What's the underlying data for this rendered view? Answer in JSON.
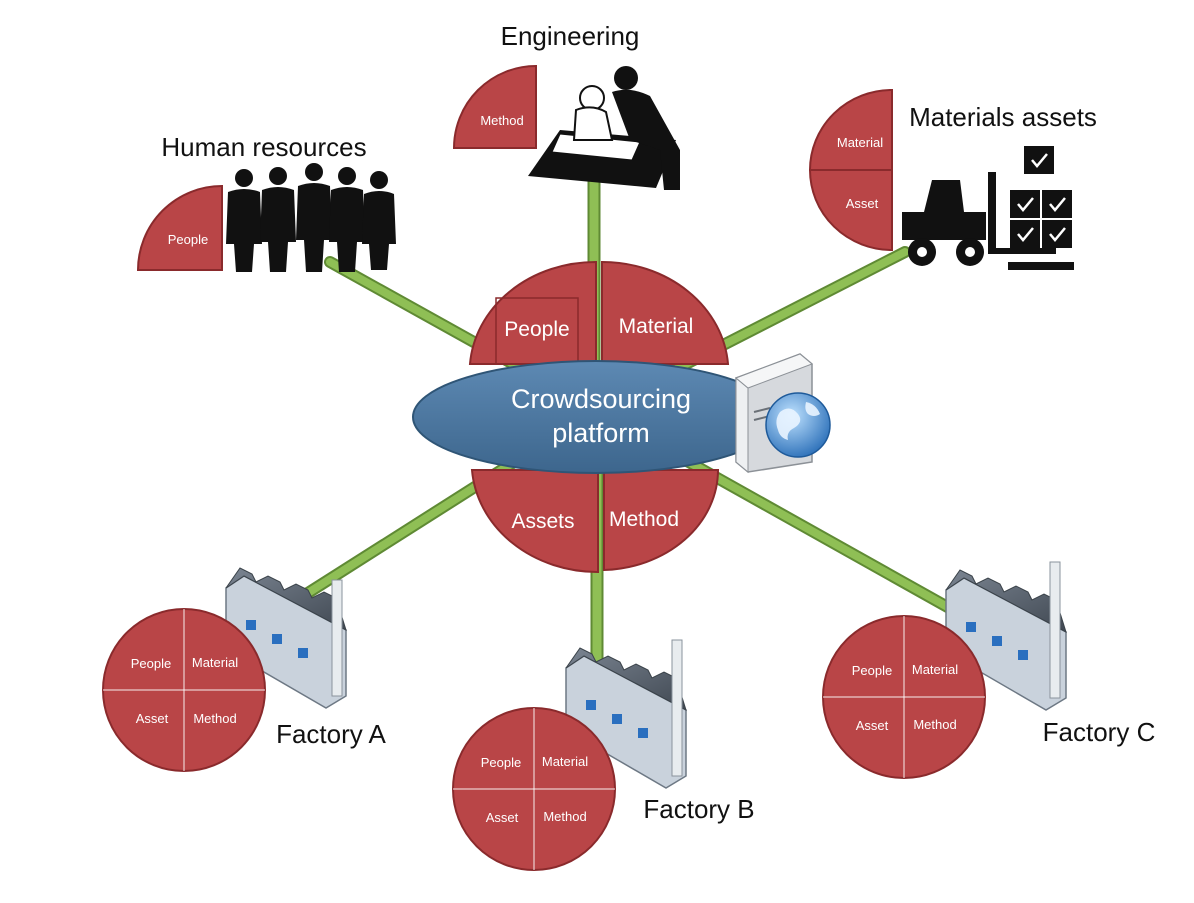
{
  "colors": {
    "connector": "#8fbf55",
    "connector_edge": "#5f8a34",
    "segment": "#b94547",
    "segment_edge": "#8a2a2c",
    "platform": "#47729c",
    "platform_edge": "#2f5576"
  },
  "hub": {
    "label_line1": "Crowdsourcing",
    "label_line2": "platform",
    "top_left": "People",
    "top_right": "Material",
    "bottom_left": "Assets",
    "bottom_right": "Method",
    "server_icon": "server-globe-icon"
  },
  "human_resources": {
    "title": "Human resources",
    "segment": "People",
    "icon": "people-silhouettes-icon"
  },
  "engineering": {
    "title": "Engineering",
    "segment": "Method",
    "icon": "engineers-icon"
  },
  "materials": {
    "title": "Materials assets",
    "segment_top": "Material",
    "segment_bottom": "Asset",
    "icon": "forklift-icon"
  },
  "factories": [
    {
      "title": "Factory A",
      "people": "People",
      "material": "Material",
      "asset": "Asset",
      "method": "Method",
      "icon": "factory-icon"
    },
    {
      "title": "Factory B",
      "people": "People",
      "material": "Material",
      "asset": "Asset",
      "method": "Method",
      "icon": "factory-icon"
    },
    {
      "title": "Factory C",
      "people": "People",
      "material": "Material",
      "asset": "Asset",
      "method": "Method",
      "icon": "factory-icon"
    }
  ]
}
